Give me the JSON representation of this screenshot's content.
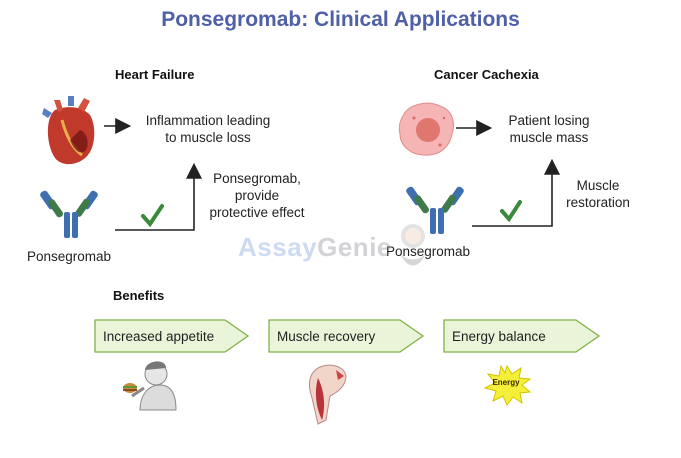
{
  "title": "Ponsegromab: Clinical Applications",
  "heart_failure": {
    "heading": "Heart Failure",
    "line1": "Inflammation leading",
    "line2": "to muscle loss",
    "effect1": "Ponsegromab,",
    "effect2": "provide",
    "effect3": "protective effect",
    "drug_label": "Ponsegromab"
  },
  "cancer_cachexia": {
    "heading": "Cancer Cachexia",
    "line1": "Patient losing",
    "line2": "muscle mass",
    "effect1": "Muscle",
    "effect2": "restoration",
    "drug_label": "Ponsegromab"
  },
  "benefits": {
    "heading": "Benefits",
    "items": [
      {
        "label": "Increased appetite"
      },
      {
        "label": "Muscle recovery"
      },
      {
        "label": "Energy balance"
      }
    ],
    "energy_text": "Energy"
  },
  "watermark": {
    "part1": "Assay",
    "part2": "Genie"
  },
  "colors": {
    "title": "#4f5fa8",
    "benefit_fill": "#eaf4d9",
    "benefit_stroke": "#7fb24a",
    "check": "#3a8a3a",
    "antibody_dark": "#3f6fb0",
    "antibody_green": "#3e7a4a"
  }
}
